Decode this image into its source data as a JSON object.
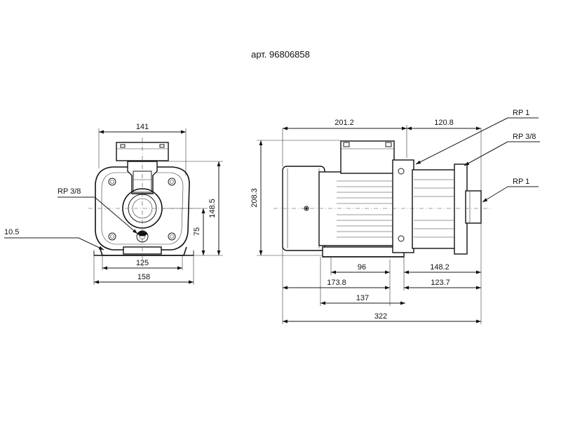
{
  "title": "арт. 96806858",
  "front_view": {
    "width_top": "141",
    "port_label": "RP 3/8",
    "offset": "10.5",
    "height_total": "148.5",
    "height_axis": "75",
    "foot_inner": "125",
    "foot_outer": "158"
  },
  "side_view": {
    "motor_length": "201.2",
    "pump_length": "120.8",
    "height": "208.3",
    "label_outlet": "RP 1",
    "label_drain": "RP 3/8",
    "label_inlet": "RP 1",
    "dim_96": "96",
    "dim_148_2": "148.2",
    "dim_173_8": "173.8",
    "dim_123_7": "123.7",
    "dim_137": "137",
    "dim_322": "322"
  }
}
